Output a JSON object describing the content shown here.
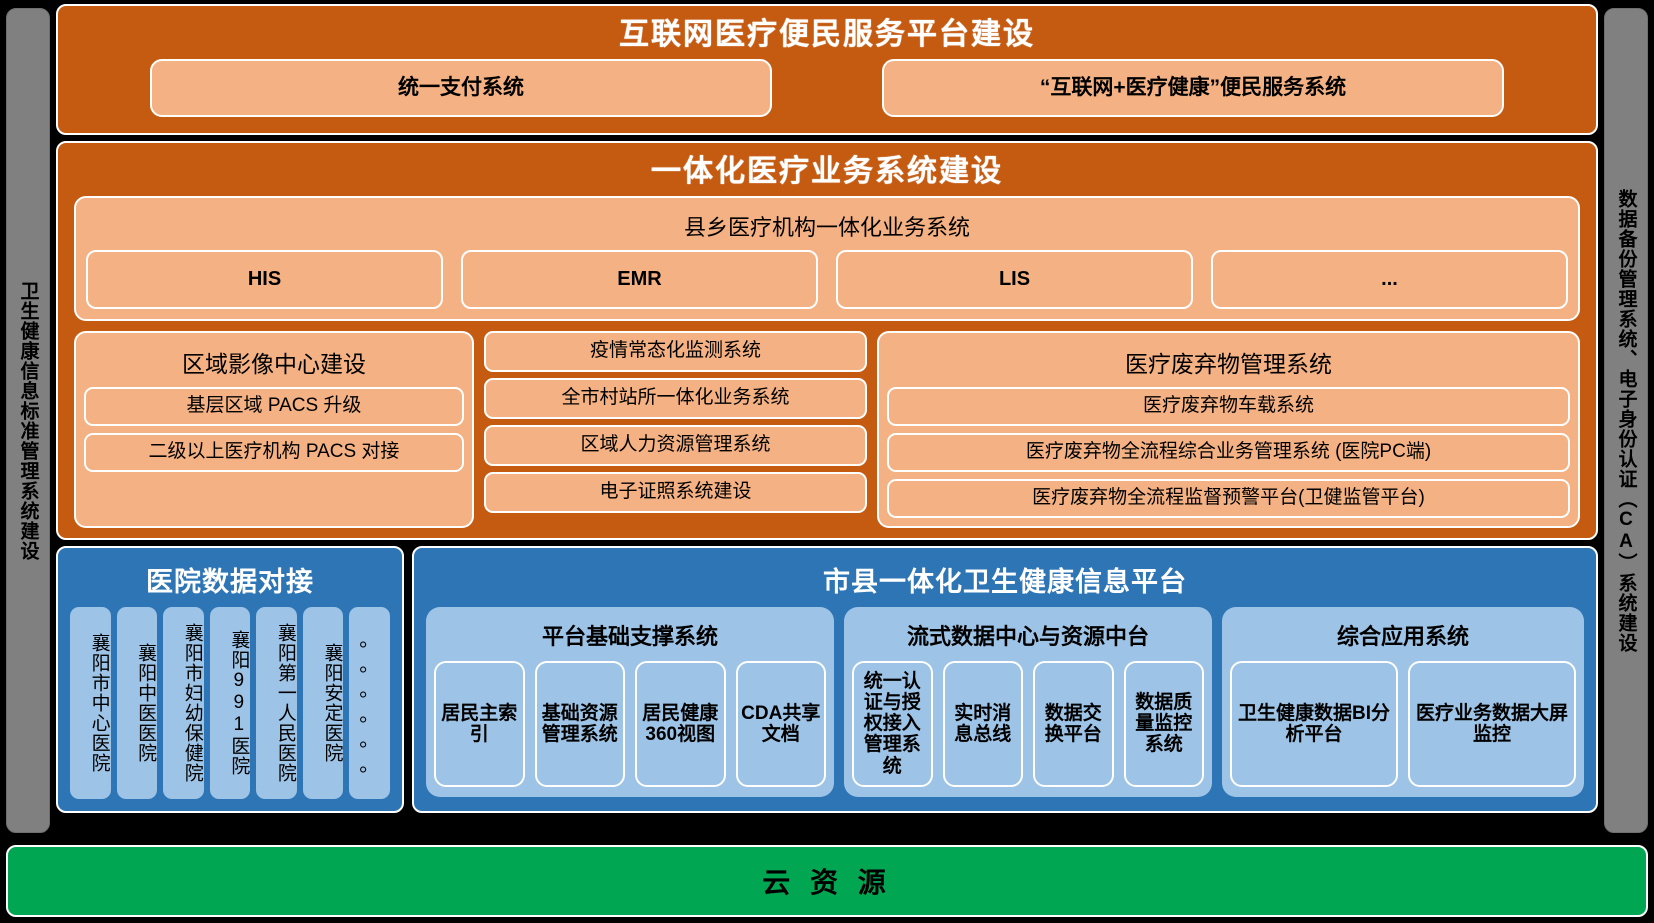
{
  "sidebars": {
    "left": "卫生健康信息标准管理系统建设",
    "right": "数据备份管理系统、电子身份认证（CA）系统建设"
  },
  "internet_platform": {
    "title": "互联网医疗便民服务平台建设",
    "items": [
      "统一支付系统",
      "“互联网+医疗健康”便民服务系统"
    ]
  },
  "integrated_business": {
    "title": "一体化医疗业务系统建设",
    "county_system": {
      "title": "县乡医疗机构一体化业务系统",
      "items": [
        "HIS",
        "EMR",
        "LIS",
        "..."
      ]
    },
    "imaging": {
      "title": "区域影像中心建设",
      "items": [
        "基层区域 PACS 升级",
        "二级以上医疗机构 PACS 对接"
      ]
    },
    "middle_items": [
      "疫情常态化监测系统",
      "全市村站所一体化业务系统",
      "区域人力资源管理系统",
      "电子证照系统建设"
    ],
    "medical_waste": {
      "title": "医疗废弃物管理系统",
      "items": [
        "医疗废弃物车载系统",
        "医疗废弃物全流程综合业务管理系统 (医院PC端)",
        "医疗废弃物全流程监督预警平台(卫健监管平台)"
      ]
    }
  },
  "hospital_docking": {
    "title": "医院数据对接",
    "hospitals": [
      "襄阳市中心医院",
      "襄阳中医医院",
      "襄阳市妇幼保健院",
      "襄阳991医院",
      "襄阳第一人民医院",
      "襄阳安定医院"
    ],
    "more": "。\n。\n。\n。\n。\n。"
  },
  "health_platform": {
    "title": "市县一体化卫生健康信息平台",
    "groups": [
      {
        "title": "平台基础支撑系统",
        "items": [
          "居民主索引",
          "基础资源管理系统",
          "居民健康360视图",
          "CDA共享文档"
        ]
      },
      {
        "title": "流式数据中心与资源中台",
        "items": [
          "统一认证与授权接入管理系统",
          "实时消息总线",
          "数据交换平台",
          "数据质量监控系统"
        ]
      },
      {
        "title": "综合应用系统",
        "items": [
          "卫生健康数据BI分析平台",
          "医疗业务数据大屏监控"
        ]
      }
    ]
  },
  "cloud": {
    "label": "云 资 源"
  },
  "colors": {
    "orange": "#C55A11",
    "light_orange": "#F4B183",
    "blue": "#2E75B6",
    "light_blue": "#9DC3E6",
    "green": "#00A651",
    "gray": "#808080"
  }
}
